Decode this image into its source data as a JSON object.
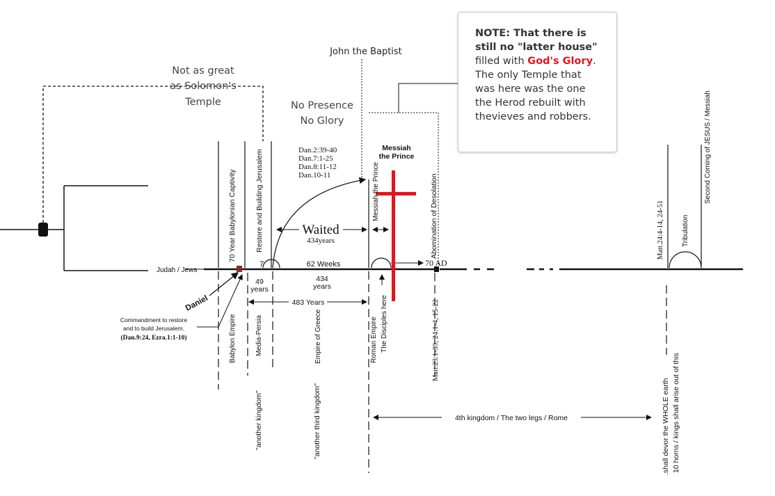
{
  "top_labels": {
    "solomon": [
      "Not as great",
      "as Solomon's",
      "Temple"
    ],
    "presence": [
      "No Presence",
      "No Glory"
    ],
    "john": "John the Baptist"
  },
  "note": {
    "line1": "NOTE: That there is",
    "line2a": "still no ",
    "line2b": "\"latter house\"",
    "line3a": "filled with ",
    "line3b": "God's Glory",
    "line3c": ".",
    "line4": "The only Temple that",
    "line5": "was here was the one",
    "line6": "the Herod rebuilt with",
    "line7": "thevieves and robbers."
  },
  "scriptures": [
    "Dan.2:39-40",
    "Dan.7:1-25",
    "Dan.8:11-12",
    "Dan.10-11"
  ],
  "messiah": [
    "Messiah",
    "the Prince"
  ],
  "vertical": {
    "captivity": "70 Year Babylonian Captivity",
    "restore": "Restore and Building Jerusalem",
    "messiah_prince": "Messiah the Prince",
    "abomination": "Abomination of Desolation",
    "babylon": "Babylon Empire",
    "media": "Media-Persia",
    "greece": "Empire of Greece",
    "rome": "Roman Empire",
    "disciples": "The Disciples here",
    "matt23": "Matt.23:1-39; 24:1-4, 15-22",
    "another": "\"another kingdom\"",
    "third": "\"another third kingdom\"",
    "matt24": "Matt.24:4-14, 24-51",
    "tribulation": "Tribulation",
    "second": "Second Coming of JESUS / Messiah",
    "devour": ".shall devor the WHOLE earth",
    "horns": "10 horns / kings shall arise out of this"
  },
  "timeline": {
    "judah": "Judah / Jews",
    "seven": "7",
    "sixty_two": "62 Weeks",
    "seventy_ad": "70 AD",
    "waited": "Waited",
    "waited_years": "434years",
    "years49": [
      "49",
      "years"
    ],
    "years434": [
      "434",
      "years"
    ],
    "years483": "483 Years",
    "daniel": "Daniel",
    "commandment": [
      "Commandment to restore",
      "and to build Jerusalem.",
      "(Dan.9:24, Ezra.1:1-10)"
    ],
    "fourth": "4th kingdom / The two legs / Rome"
  },
  "colors": {
    "red": "#e8141c",
    "marker": "#8b2b2b",
    "ink": "#111111"
  }
}
